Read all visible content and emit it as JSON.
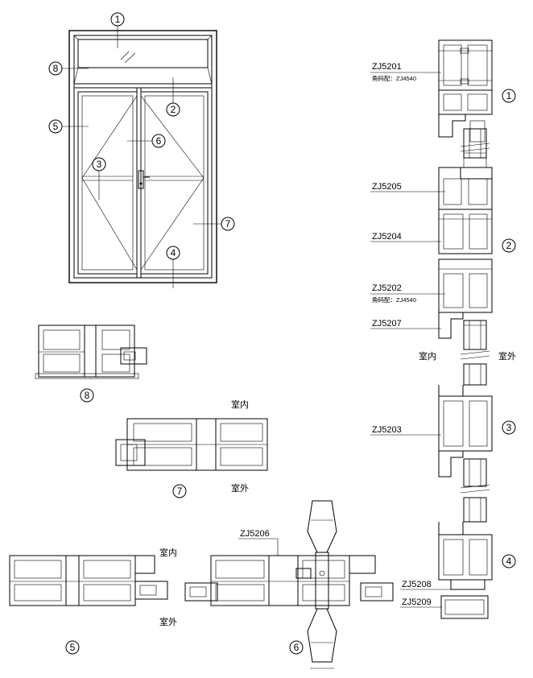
{
  "door_callouts": [
    "1",
    "2",
    "3",
    "4",
    "5",
    "6",
    "7",
    "8"
  ],
  "section_callouts": [
    "1",
    "2",
    "3",
    "4"
  ],
  "detail_callouts": [
    "8",
    "7",
    "5",
    "6"
  ],
  "profiles": {
    "zj5201": "ZJ5201",
    "zj5205": "ZJ5205",
    "zj5204": "ZJ5204",
    "zj5202": "ZJ5202",
    "zj5207": "ZJ5207",
    "zj5203": "ZJ5203",
    "zj5208": "ZJ5208",
    "zj5209": "ZJ5209",
    "zj5206": "ZJ5206"
  },
  "corner_note_1": "角码配：ZJ4540",
  "corner_note_2": "角码配：ZJ4540",
  "side_labels": {
    "indoor_right": "室内",
    "outdoor_right": "室外",
    "indoor_7": "室内",
    "outdoor_7": "室外",
    "indoor_5": "室内",
    "outdoor_5": "室外"
  }
}
